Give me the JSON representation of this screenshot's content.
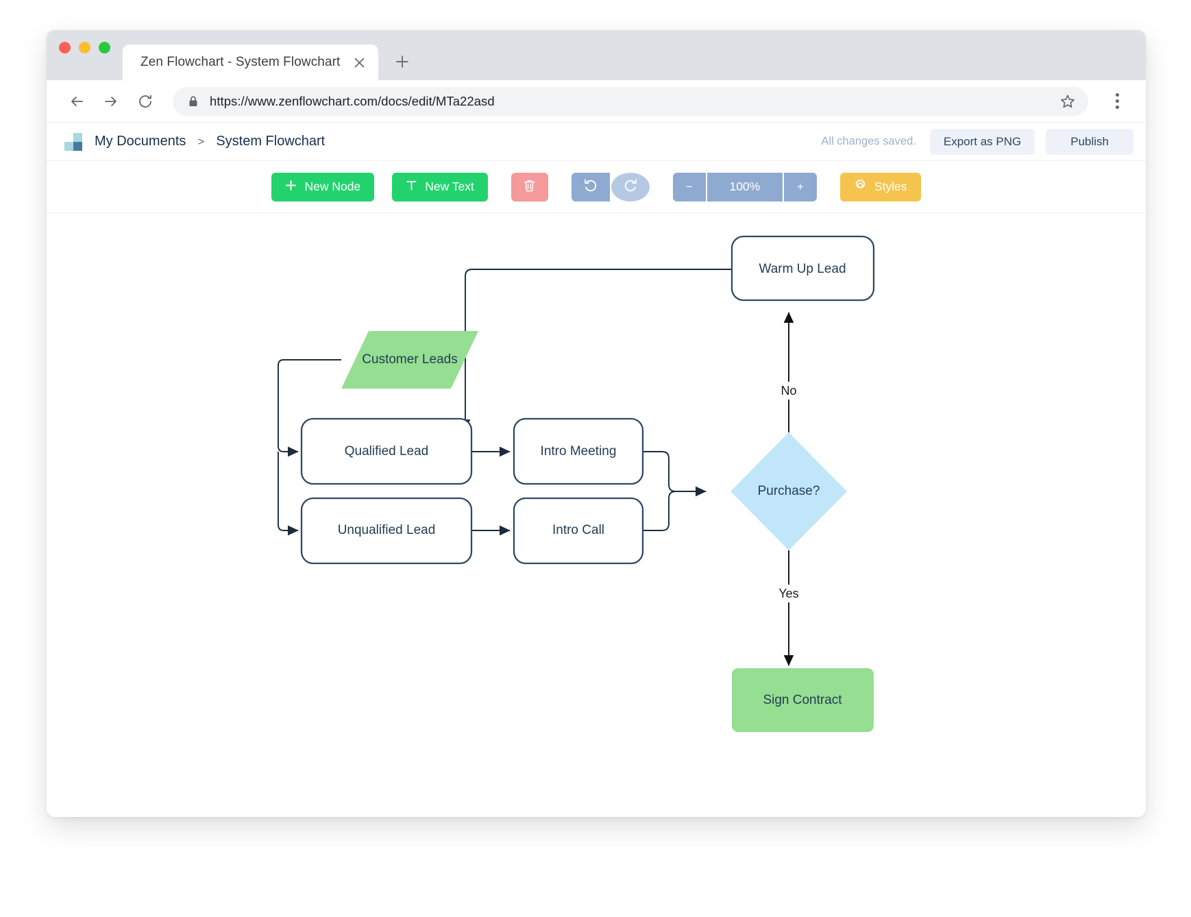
{
  "browser": {
    "tab": {
      "title": "Zen Flowchart - System Flowchart",
      "close_icon": "close-icon"
    },
    "new_tab_icon": "plus-icon",
    "nav": {
      "back_icon": "back-arrow-icon",
      "forward_icon": "forward-arrow-icon",
      "reload_icon": "reload-icon"
    },
    "omnibox": {
      "lock_icon": "lock-icon",
      "url": "https://www.zenflowchart.com/docs/edit/MTa22asd",
      "star_icon": "star-icon"
    },
    "menu_icon": "kebab-menu-icon",
    "traffic_lights": {
      "red": "#ff5f56",
      "yellow": "#ffbd2e",
      "green": "#27c93f"
    }
  },
  "header": {
    "logo_icon": "zenflowchart-logo-icon",
    "breadcrumb_root": "My Documents",
    "breadcrumb_separator": ">",
    "breadcrumb_current": "System Flowchart",
    "save_status": "All changes saved.",
    "export_label": "Export as PNG",
    "publish_label": "Publish"
  },
  "toolbar": {
    "new_node_label": "New Node",
    "new_node_icon": "plus-icon",
    "new_text_label": "New Text",
    "new_text_icon": "text-t-icon",
    "delete_icon": "trash-icon",
    "undo_icon": "undo-icon",
    "redo_icon": "redo-icon",
    "zoom_out_label": "−",
    "zoom_level": "100%",
    "zoom_in_label": "+",
    "styles_label": "Styles",
    "styles_icon": "gear-icon"
  },
  "colors": {
    "green_button": "#22d36d",
    "red_button": "#f49a9a",
    "blue_button": "#8faad1",
    "blue_button_light": "#b6c9e2",
    "yellow_button": "#f5c44e",
    "node_stroke": "#2e4a66",
    "node_text": "#233d55",
    "green_fill": "#95de92",
    "blue_fill": "#c2e6f9"
  },
  "chart_data": {
    "type": "diagram",
    "title": "System Flowchart",
    "nodes": [
      {
        "id": "customer-leads",
        "label": "Customer Leads",
        "shape": "parallelogram",
        "fill": "#95de92",
        "stroke": "none"
      },
      {
        "id": "qualified-lead",
        "label": "Qualified Lead",
        "shape": "rounded-rect",
        "fill": "#ffffff",
        "stroke": "#2e4a66"
      },
      {
        "id": "unqualified-lead",
        "label": "Unqualified Lead",
        "shape": "rounded-rect",
        "fill": "#ffffff",
        "stroke": "#2e4a66"
      },
      {
        "id": "intro-meeting",
        "label": "Intro Meeting",
        "shape": "rounded-rect",
        "fill": "#ffffff",
        "stroke": "#2e4a66"
      },
      {
        "id": "intro-call",
        "label": "Intro Call",
        "shape": "rounded-rect",
        "fill": "#ffffff",
        "stroke": "#2e4a66"
      },
      {
        "id": "warm-up-lead",
        "label": "Warm Up Lead",
        "shape": "rounded-rect",
        "fill": "#ffffff",
        "stroke": "#2e4a66"
      },
      {
        "id": "purchase",
        "label": "Purchase?",
        "shape": "diamond",
        "fill": "#c2e6f9",
        "stroke": "none"
      },
      {
        "id": "sign-contract",
        "label": "Sign Contract",
        "shape": "rounded-rect",
        "fill": "#95de92",
        "stroke": "none"
      }
    ],
    "edges": [
      {
        "from": "customer-leads",
        "to": "qualified-lead",
        "label": ""
      },
      {
        "from": "customer-leads",
        "to": "unqualified-lead",
        "label": ""
      },
      {
        "from": "qualified-lead",
        "to": "intro-meeting",
        "label": ""
      },
      {
        "from": "unqualified-lead",
        "to": "intro-call",
        "label": ""
      },
      {
        "from": "intro-meeting",
        "to": "purchase",
        "label": ""
      },
      {
        "from": "intro-call",
        "to": "purchase",
        "label": ""
      },
      {
        "from": "purchase",
        "to": "warm-up-lead",
        "label": "No"
      },
      {
        "from": "purchase",
        "to": "sign-contract",
        "label": "Yes"
      },
      {
        "from": "warm-up-lead",
        "to": "intro-meeting",
        "label": ""
      }
    ],
    "edge_labels": {
      "no": "No",
      "yes": "Yes"
    }
  }
}
